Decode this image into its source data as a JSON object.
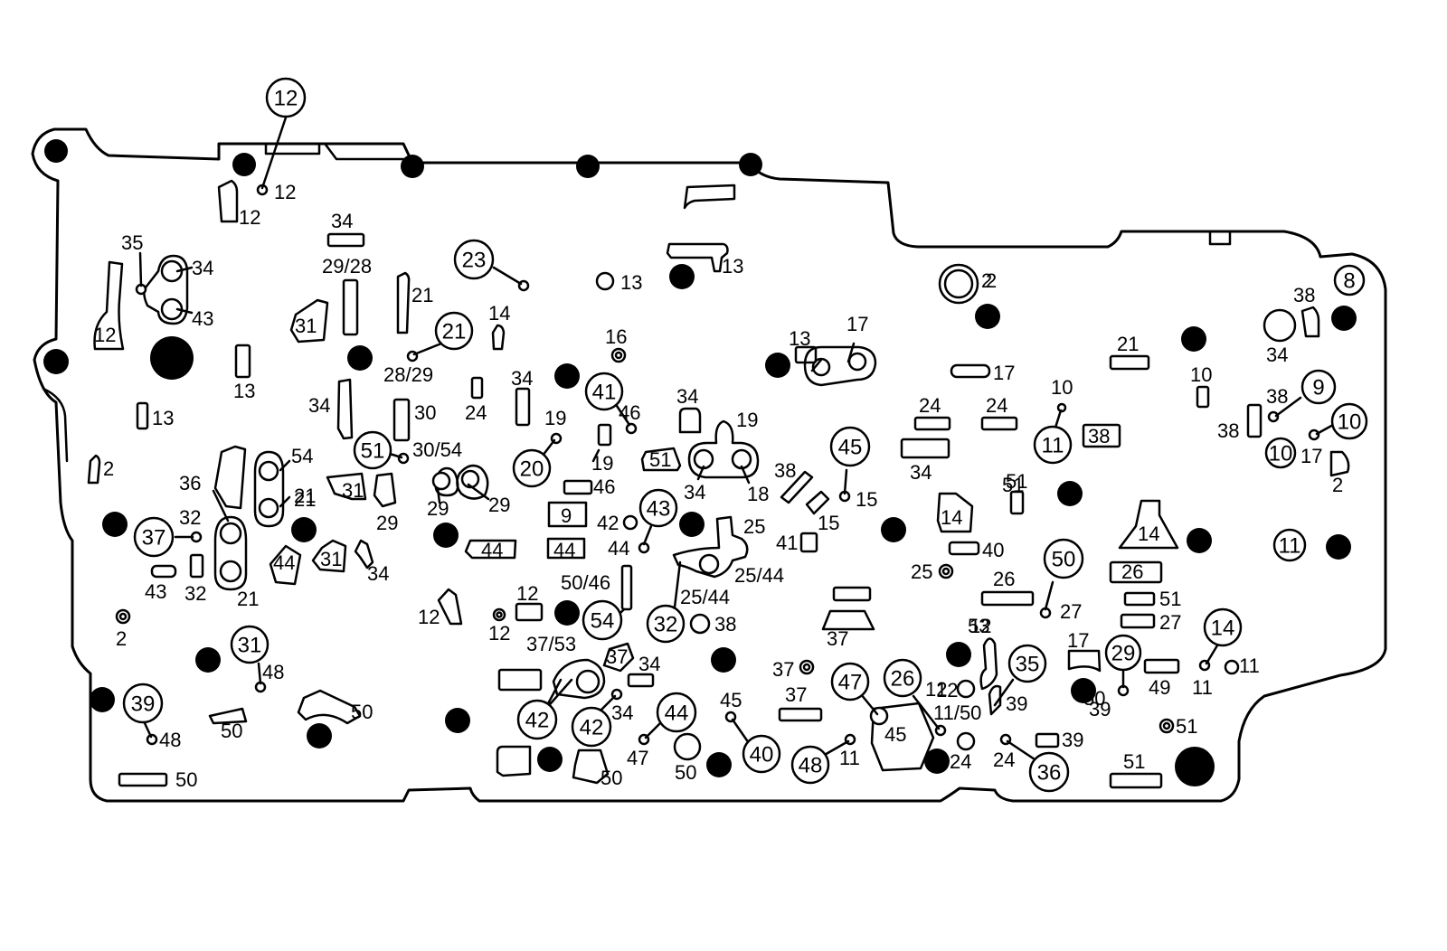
{
  "diagram": {
    "plain_labels": [
      {
        "text": "12"
      },
      {
        "text": "12"
      },
      {
        "text": "34"
      },
      {
        "text": "29/28"
      },
      {
        "text": "35"
      },
      {
        "text": "34"
      },
      {
        "text": "43"
      },
      {
        "text": "12"
      },
      {
        "text": "21"
      },
      {
        "text": "31"
      },
      {
        "text": "13"
      },
      {
        "text": "13"
      },
      {
        "text": "2"
      },
      {
        "text": "34"
      },
      {
        "text": "30"
      },
      {
        "text": "28/29"
      },
      {
        "text": "14"
      },
      {
        "text": "34"
      },
      {
        "text": "24"
      },
      {
        "text": "13"
      },
      {
        "text": "13"
      },
      {
        "text": "16"
      },
      {
        "text": "2"
      },
      {
        "text": "2"
      },
      {
        "text": "13"
      },
      {
        "text": "17"
      },
      {
        "text": "17"
      },
      {
        "text": "21"
      },
      {
        "text": "38"
      },
      {
        "text": "34"
      },
      {
        "text": "10"
      },
      {
        "text": "38"
      },
      {
        "text": "38"
      },
      {
        "text": "10"
      },
      {
        "text": "24"
      },
      {
        "text": "24"
      },
      {
        "text": "38"
      },
      {
        "text": "17"
      },
      {
        "text": "2"
      },
      {
        "text": "34"
      },
      {
        "text": "51"
      },
      {
        "text": "30/54"
      },
      {
        "text": "36"
      },
      {
        "text": "21"
      },
      {
        "text": "54"
      },
      {
        "text": "21"
      },
      {
        "text": "31"
      },
      {
        "text": "29"
      },
      {
        "text": "29"
      },
      {
        "text": "29"
      },
      {
        "text": "19"
      },
      {
        "text": "19"
      },
      {
        "text": "46"
      },
      {
        "text": "34"
      },
      {
        "text": "51"
      },
      {
        "text": "19"
      },
      {
        "text": "34"
      },
      {
        "text": "18"
      },
      {
        "text": "38"
      },
      {
        "text": "15"
      },
      {
        "text": "15"
      },
      {
        "text": "46"
      },
      {
        "text": "9"
      },
      {
        "text": "42"
      },
      {
        "text": "44"
      },
      {
        "text": "44"
      },
      {
        "text": "44"
      },
      {
        "text": "25"
      },
      {
        "text": "41"
      },
      {
        "text": "14"
      },
      {
        "text": "40"
      },
      {
        "text": "14"
      },
      {
        "text": "51"
      },
      {
        "text": "32"
      },
      {
        "text": "43"
      },
      {
        "text": "32"
      },
      {
        "text": "44"
      },
      {
        "text": "31"
      },
      {
        "text": "34"
      },
      {
        "text": "21"
      },
      {
        "text": "2"
      },
      {
        "text": "50/46"
      },
      {
        "text": "25/44"
      },
      {
        "text": "25/44"
      },
      {
        "text": "12"
      },
      {
        "text": "12"
      },
      {
        "text": "12"
      },
      {
        "text": "38"
      },
      {
        "text": "12"
      },
      {
        "text": "37"
      },
      {
        "text": "25"
      },
      {
        "text": "26"
      },
      {
        "text": "27"
      },
      {
        "text": "26"
      },
      {
        "text": "51"
      },
      {
        "text": "27"
      },
      {
        "text": "37/53"
      },
      {
        "text": "37"
      },
      {
        "text": "34"
      },
      {
        "text": "53"
      },
      {
        "text": "48"
      },
      {
        "text": "50"
      },
      {
        "text": "50"
      },
      {
        "text": "48"
      },
      {
        "text": "34"
      },
      {
        "text": "47"
      },
      {
        "text": "45"
      },
      {
        "text": "37"
      },
      {
        "text": "37"
      },
      {
        "text": "12"
      },
      {
        "text": "12"
      },
      {
        "text": "11/50"
      },
      {
        "text": "39"
      },
      {
        "text": "17"
      },
      {
        "text": "49"
      },
      {
        "text": "11"
      },
      {
        "text": "11"
      },
      {
        "text": "39"
      },
      {
        "text": "50"
      },
      {
        "text": "45"
      },
      {
        "text": "50"
      },
      {
        "text": "11"
      },
      {
        "text": "24"
      },
      {
        "text": "24"
      },
      {
        "text": "39"
      },
      {
        "text": "51"
      },
      {
        "text": "51"
      },
      {
        "text": "50"
      },
      {
        "text": "50"
      }
    ],
    "circled_labels": [
      {
        "text": "12"
      },
      {
        "text": "23"
      },
      {
        "text": "21"
      },
      {
        "text": "41"
      },
      {
        "text": "51"
      },
      {
        "text": "20"
      },
      {
        "text": "43"
      },
      {
        "text": "45"
      },
      {
        "text": "11"
      },
      {
        "text": "9"
      },
      {
        "text": "10"
      },
      {
        "text": "10"
      },
      {
        "text": "8"
      },
      {
        "text": "37"
      },
      {
        "text": "54"
      },
      {
        "text": "32"
      },
      {
        "text": "50"
      },
      {
        "text": "11"
      },
      {
        "text": "31"
      },
      {
        "text": "39"
      },
      {
        "text": "42"
      },
      {
        "text": "42"
      },
      {
        "text": "44"
      },
      {
        "text": "40"
      },
      {
        "text": "48"
      },
      {
        "text": "47"
      },
      {
        "text": "26"
      },
      {
        "text": "35"
      },
      {
        "text": "29"
      },
      {
        "text": "14"
      },
      {
        "text": "36"
      }
    ]
  }
}
